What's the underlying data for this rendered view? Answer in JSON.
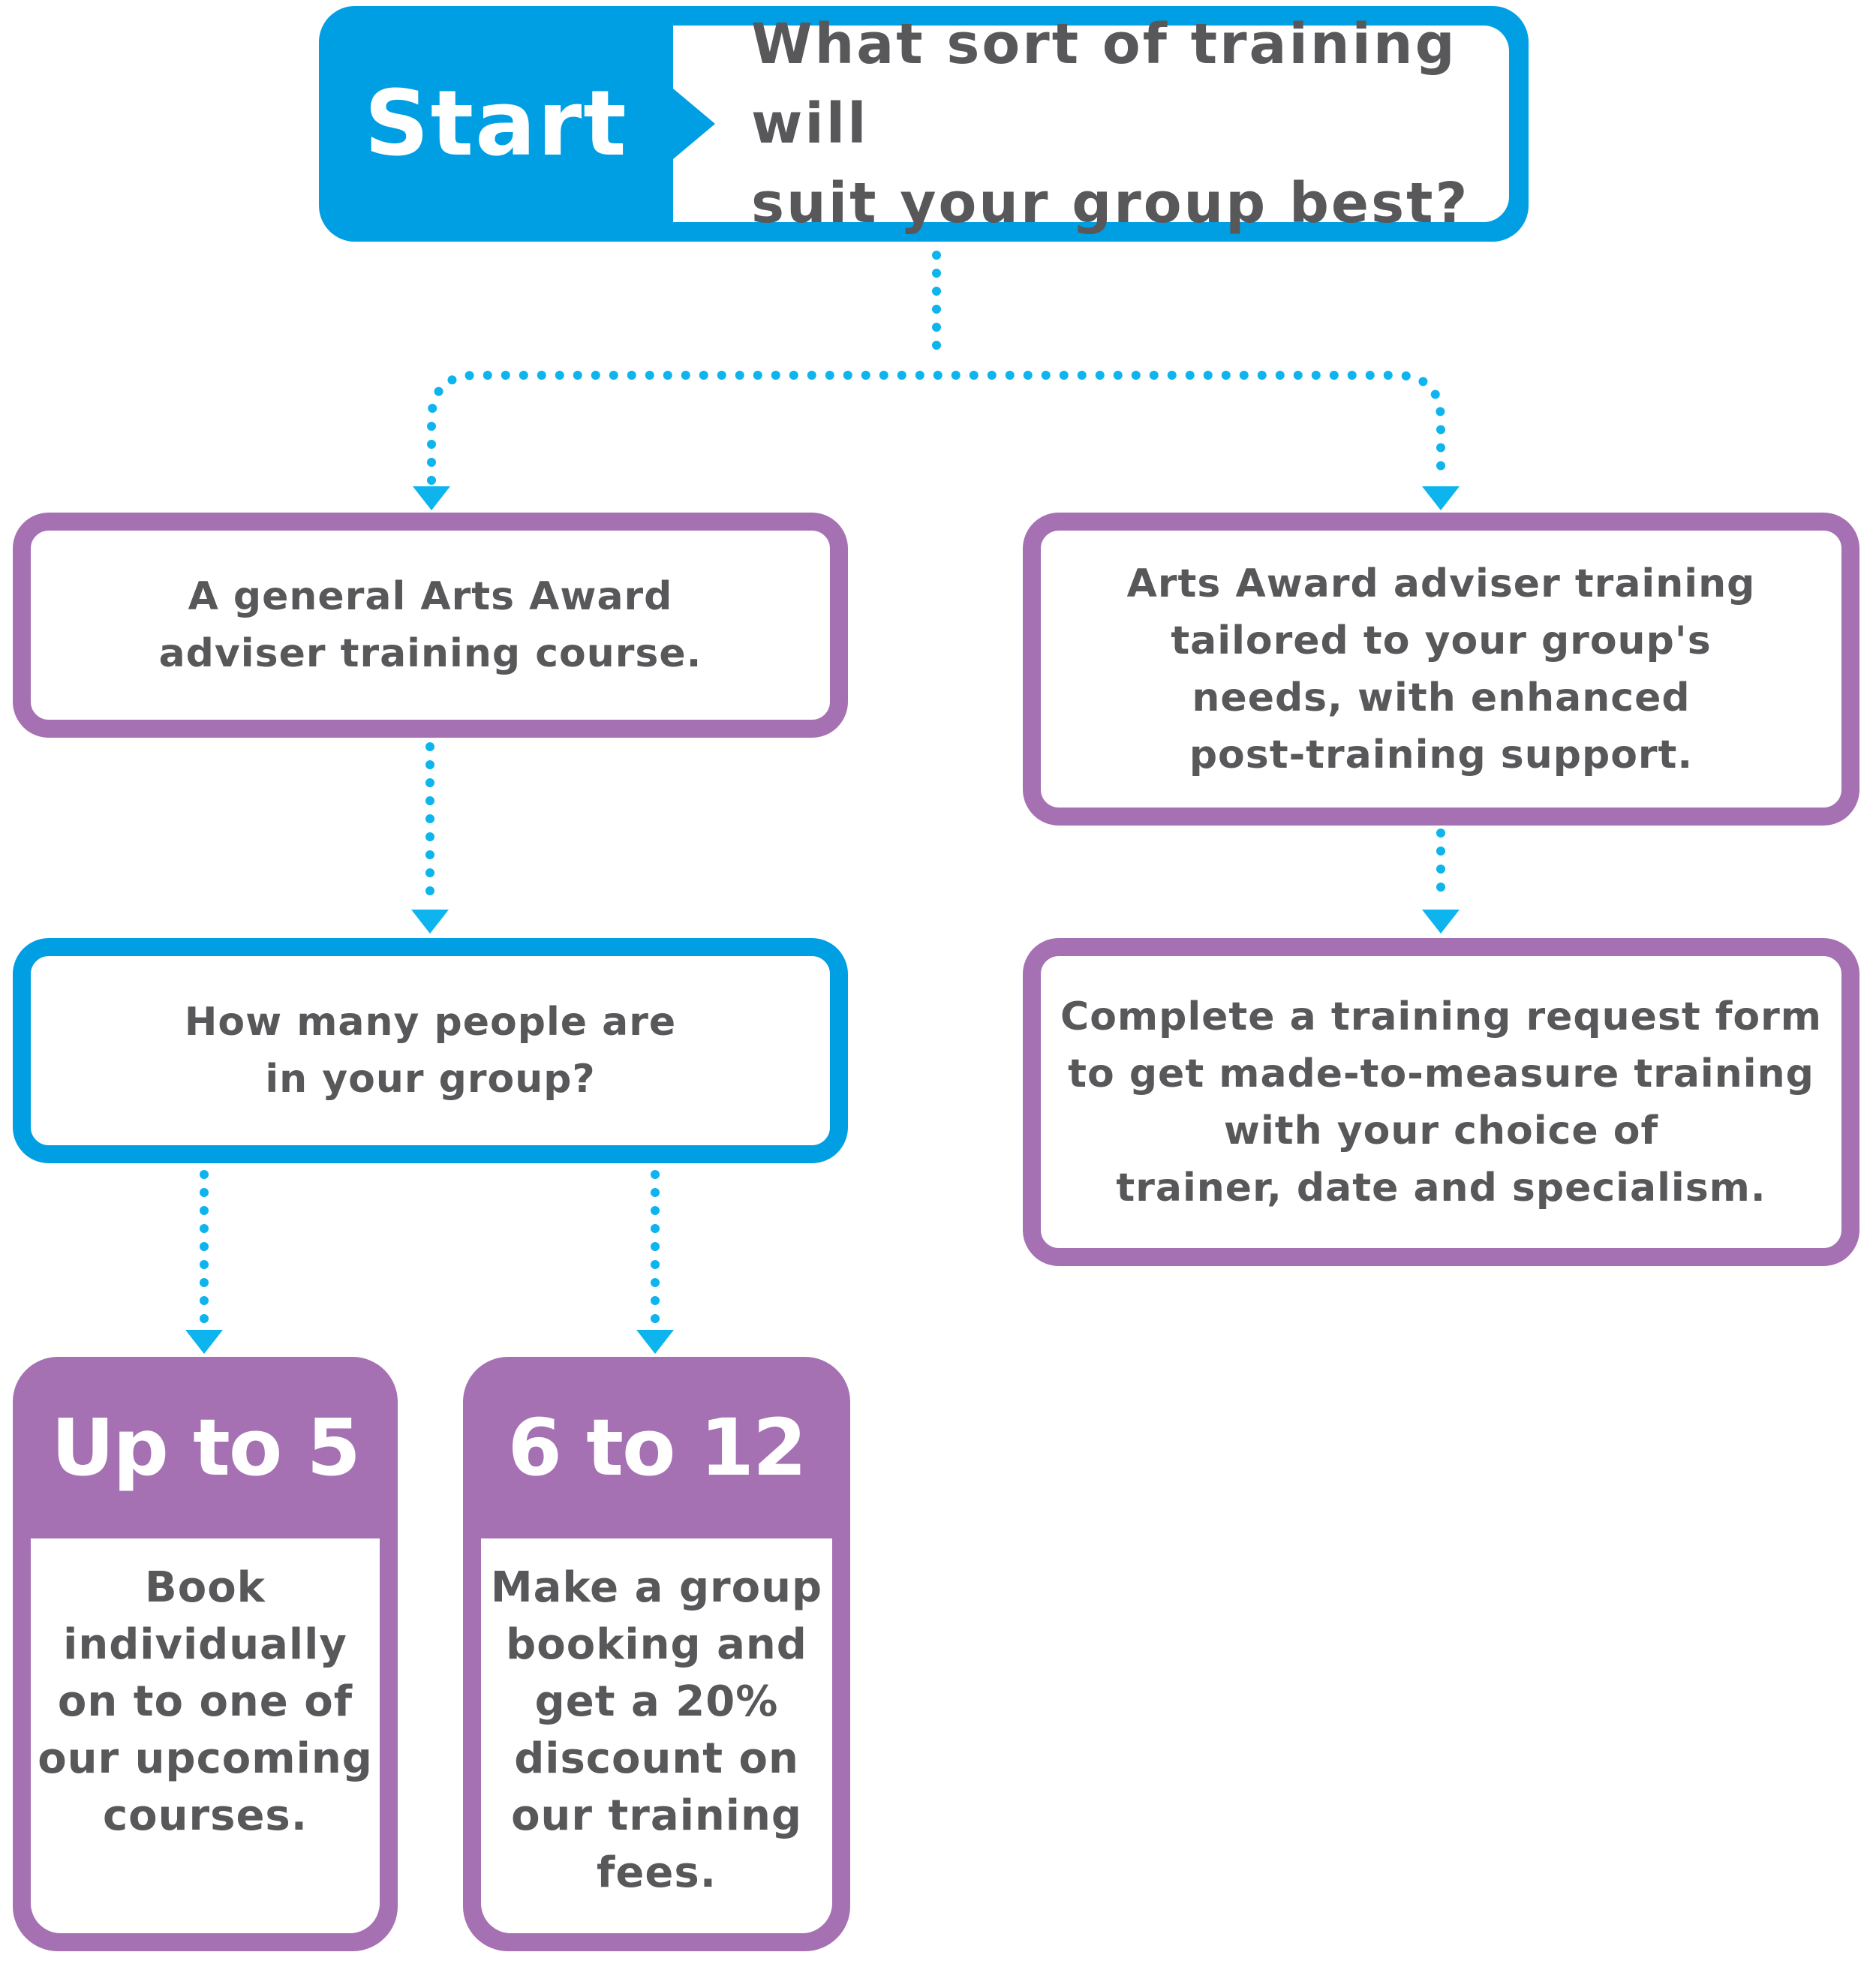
{
  "colors": {
    "blue": "#009fe3",
    "purple": "#a571b3",
    "connector": "#0db4ee",
    "text": "#58585a"
  },
  "start": {
    "label": "Start",
    "question": "What sort of training will\nsuit your group best?"
  },
  "branches": {
    "general": {
      "text": "A general Arts Award\nadviser training course."
    },
    "tailored": {
      "text": "Arts Award adviser training\ntailored to your group's\nneeds, with enhanced\npost-training support."
    }
  },
  "group_size_question": {
    "text": "How many people are\nin your group?"
  },
  "request_form": {
    "text": "Complete a training request form\nto get made-to-measure training\nwith your choice of\ntrainer, date and specialism."
  },
  "options": [
    {
      "title": "Up to 5",
      "text": "Book\nindividually\non to one of\nour upcoming\ncourses."
    },
    {
      "title": "6 to 12",
      "text": "Make a group\nbooking and\nget a 20%\ndiscount on\nour training\nfees."
    }
  ]
}
